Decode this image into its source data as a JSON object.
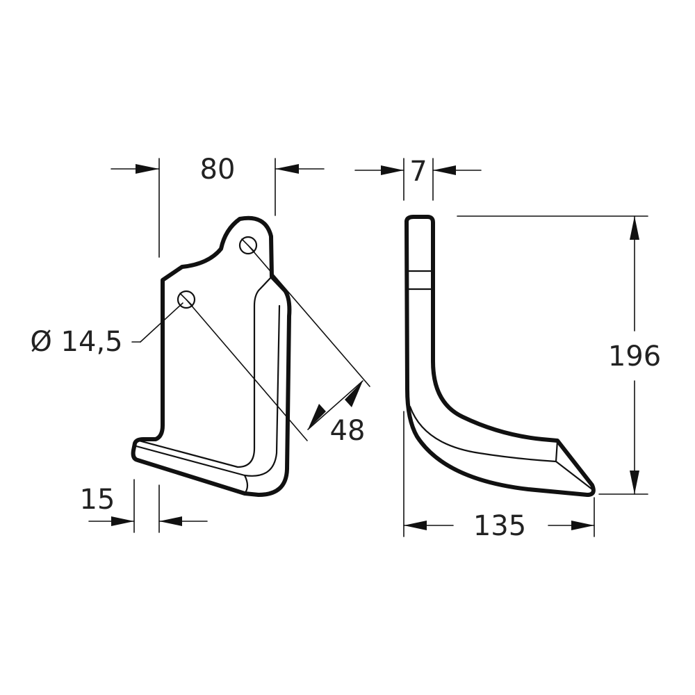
{
  "dimensions": {
    "width_top": "80",
    "thickness": "7",
    "hole_diameter": "Ø 14,5",
    "hole_spacing": "48",
    "flange_width": "15",
    "height": "196",
    "length": "135"
  },
  "colors": {
    "line": "#111111",
    "text": "#222222",
    "background": "#ffffff"
  }
}
